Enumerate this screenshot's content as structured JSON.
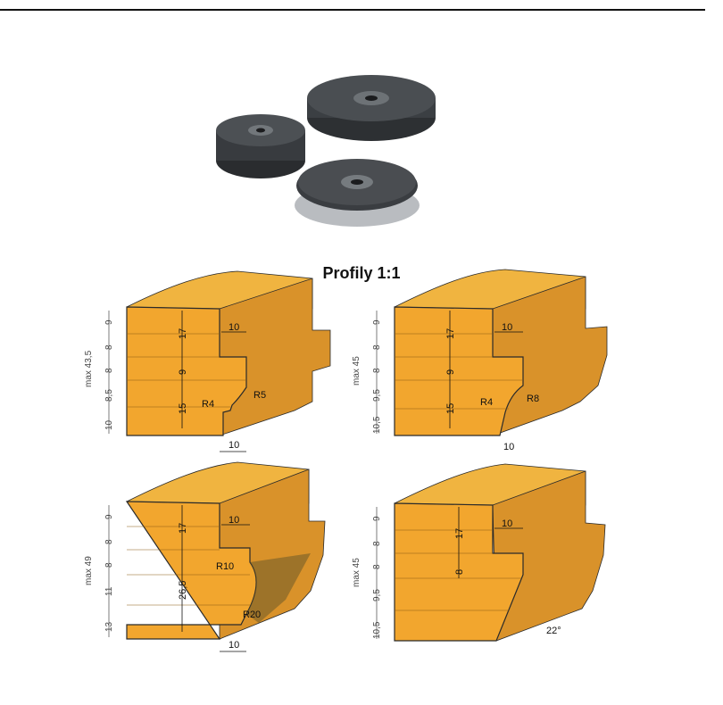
{
  "title": "Profily 1:1",
  "colors": {
    "front_face": "#f2a62e",
    "top_face": "#f0b440",
    "side_face": "#d9922a",
    "outline": "#2a2a2a",
    "cutter_disc": "#3a3d40"
  },
  "icons": {
    "cutter_photo": "cutter-heads-photo"
  },
  "profiles": [
    {
      "side_labels": [
        "9",
        "8",
        "8",
        "8,5",
        "10"
      ],
      "max_label": "max 43,5",
      "dims": [
        "17",
        "9",
        "15",
        "10",
        "10"
      ],
      "radii": [
        "R4",
        "R5"
      ]
    },
    {
      "side_labels": [
        "9",
        "8",
        "8",
        "9,5",
        "10,5"
      ],
      "max_label": "max 45",
      "dims": [
        "17",
        "9",
        "15",
        "10",
        "10"
      ],
      "radii": [
        "R4",
        "R8"
      ]
    },
    {
      "side_labels": [
        "9",
        "8",
        "8",
        "11",
        "13"
      ],
      "max_label": "max 49",
      "dims": [
        "17",
        "26,5",
        "10",
        "10"
      ],
      "radii": [
        "R10",
        "R20"
      ]
    },
    {
      "side_labels": [
        "9",
        "8",
        "8",
        "9,5",
        "10,5"
      ],
      "max_label": "max 45",
      "dims": [
        "17",
        "8",
        "10"
      ],
      "angle": "22°"
    }
  ]
}
